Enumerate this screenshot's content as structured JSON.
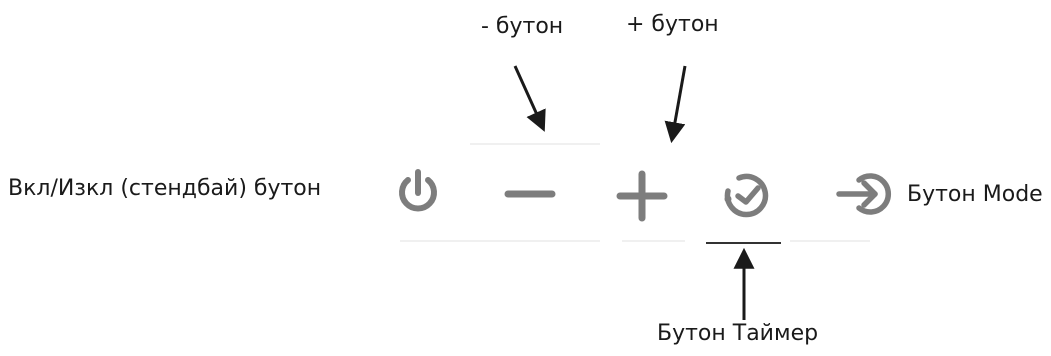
{
  "labels": {
    "minus_button": "- бутон",
    "plus_button": "+ бутон",
    "power_button": "Вкл/Изкл (стендбай) бутон",
    "mode_button": "Бутон Mode",
    "timer_button": "Бутон Таймер"
  },
  "icons": {
    "power": "power-icon",
    "minus": "minus-icon",
    "plus": "plus-icon",
    "timer": "timer-icon",
    "mode": "mode-icon"
  },
  "colors": {
    "icon_gray": "#7d7d7d",
    "arrow": "#1a1a1a",
    "panel_line": "#e4e4e4",
    "timer_underline": "#2a2a2a"
  }
}
